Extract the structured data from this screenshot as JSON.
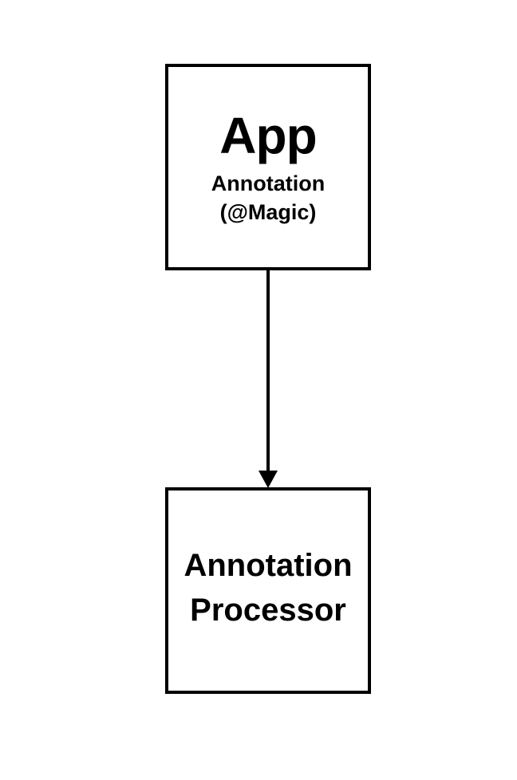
{
  "nodes": {
    "app": {
      "title": "App",
      "subtitle": "Annotation\n(@Magic)"
    },
    "processor": {
      "label": "Annotation\nProcessor"
    }
  },
  "edges": [
    {
      "from": "app",
      "to": "processor",
      "arrow": "end"
    }
  ],
  "colors": {
    "stroke": "#000000",
    "background": "#ffffff",
    "text": "#000000"
  }
}
